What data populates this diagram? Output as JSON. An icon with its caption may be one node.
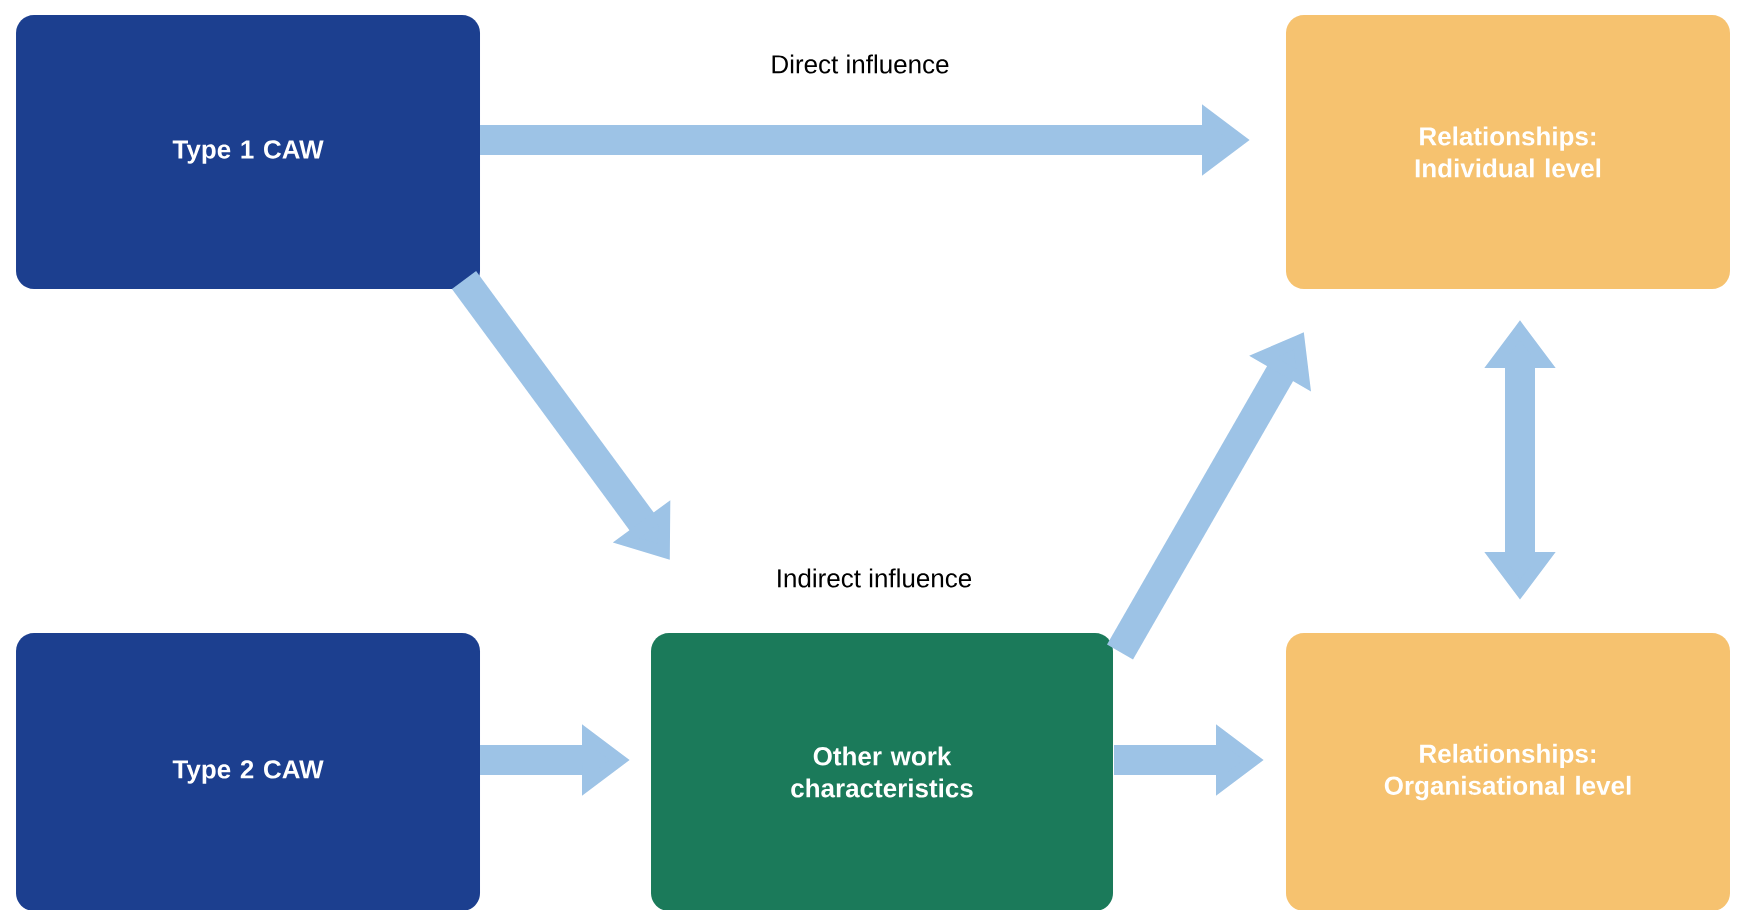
{
  "diagram": {
    "nodes": [
      {
        "text": [
          "Type 1 CAW"
        ]
      },
      {
        "text": [
          "Relationships: Individual level"
        ]
      },
      {
        "text": [
          "Type 2 CAW"
        ]
      },
      {
        "text": [
          "Other work characteristics"
        ]
      },
      {
        "text": [
          "Relationships: Organisational level"
        ]
      }
    ],
    "edges": [
      {
        "from": 0,
        "to": 1,
        "arrow": "to",
        "label": "Direct influence"
      },
      {
        "from": 0,
        "to": 3,
        "arrow": "to"
      },
      {
        "from": 3,
        "to": 1,
        "arrow": "to"
      },
      {
        "from": 2,
        "to": 3,
        "arrow": "to"
      },
      {
        "from": 3,
        "to": 4,
        "arrow": "to"
      },
      {
        "from": 1,
        "to": 4,
        "arrow": "both"
      }
    ],
    "labels": [
      "Indirect influence"
    ]
  }
}
